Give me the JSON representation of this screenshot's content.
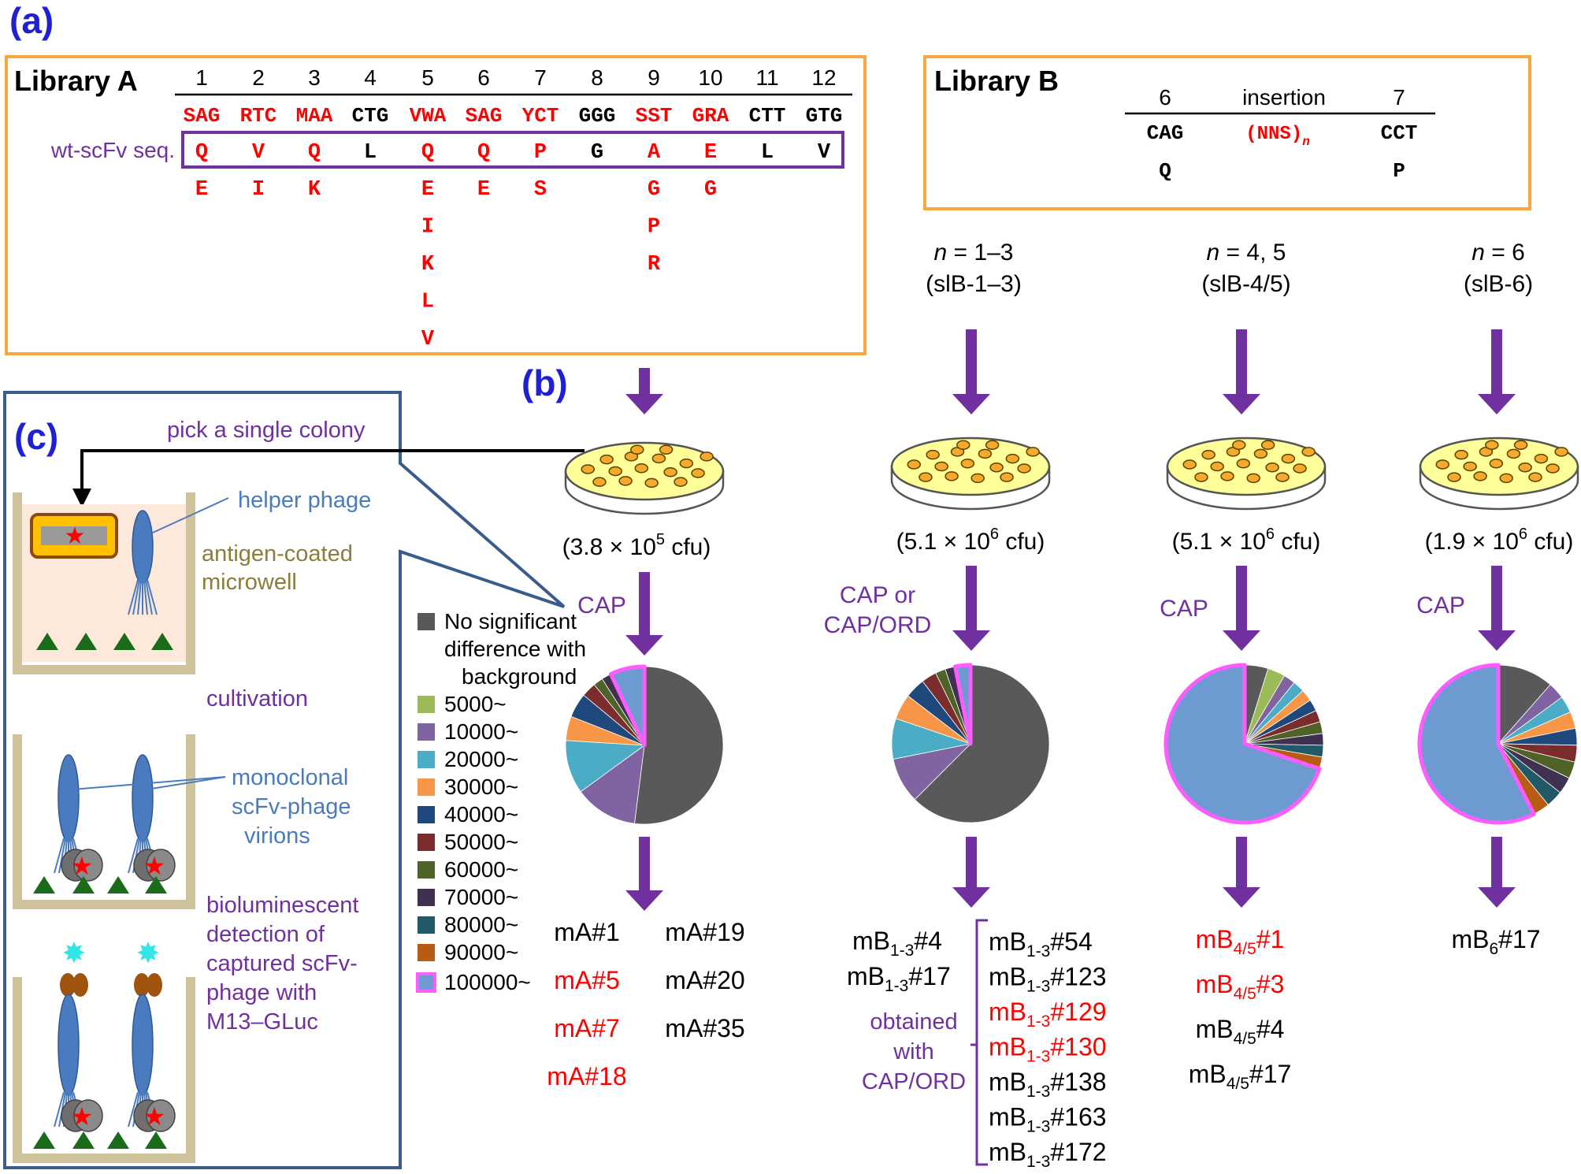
{
  "panel_labels": {
    "a": "(a)",
    "b": "(b)",
    "c": "(c)"
  },
  "library_a": {
    "title": "Library A",
    "positions": [
      "1",
      "2",
      "3",
      "4",
      "5",
      "6",
      "7",
      "8",
      "9",
      "10",
      "11",
      "12"
    ],
    "codons": [
      "SAG",
      "RTC",
      "MAA",
      "CTG",
      "VWA",
      "SAG",
      "YCT",
      "GGG",
      "SST",
      "GRA",
      "CTT",
      "GTG"
    ],
    "codon_mutated": [
      true,
      true,
      true,
      false,
      true,
      true,
      true,
      false,
      true,
      true,
      false,
      false
    ],
    "wt_label": "wt-scFv seq.",
    "wt_residues": [
      "Q",
      "V",
      "Q",
      "L",
      "Q",
      "Q",
      "P",
      "G",
      "A",
      "E",
      "L",
      "V"
    ],
    "variants": [
      [
        "E"
      ],
      [
        "I"
      ],
      [
        "K"
      ],
      [],
      [
        "E",
        "I",
        "K",
        "L",
        "V"
      ],
      [
        "E"
      ],
      [
        "S"
      ],
      [],
      [
        "G",
        "P",
        "R"
      ],
      [
        "G"
      ],
      [],
      []
    ]
  },
  "library_b": {
    "title": "Library B",
    "pos_left": "6",
    "insertion_label": "insertion",
    "pos_right": "7",
    "codon_left": "CAG",
    "insertion_codon": "(NNS)",
    "insertion_subscript": "n",
    "codon_right": "CCT",
    "residue_left": "Q",
    "residue_right": "P"
  },
  "sublibraries": [
    {
      "n_label": "n",
      "n_value": " = 1–3",
      "name": "(slB-1–3)"
    },
    {
      "n_label": "n",
      "n_value": " = 4, 5",
      "name": "(slB-4/5)"
    },
    {
      "n_label": "n",
      "n_value": " = 6",
      "name": "(slB-6)"
    }
  ],
  "cfu": [
    {
      "pre": "(3.8 × 10",
      "exp": "5",
      "post": " cfu)"
    },
    {
      "pre": "(5.1 × 10",
      "exp": "6",
      "post": " cfu)"
    },
    {
      "pre": "(5.1 × 10",
      "exp": "6",
      "post": " cfu)"
    },
    {
      "pre": "(1.9 × 10",
      "exp": "6",
      "post": " cfu)"
    }
  ],
  "selection": [
    "CAP",
    "CAP or",
    "CAP/ORD",
    "CAP",
    "CAP"
  ],
  "legend": {
    "entries": [
      {
        "label": "No significant",
        "color": "#595959"
      },
      {
        "label": "5000~",
        "color": "#9bbb59"
      },
      {
        "label": "10000~",
        "color": "#8064a2"
      },
      {
        "label": "20000~",
        "color": "#4bacc6"
      },
      {
        "label": "30000~",
        "color": "#f79646"
      },
      {
        "label": "40000~",
        "color": "#1f497d"
      },
      {
        "label": "50000~",
        "color": "#7b2c2c"
      },
      {
        "label": "60000~",
        "color": "#4f6228"
      },
      {
        "label": "70000~",
        "color": "#403151"
      },
      {
        "label": "80000~",
        "color": "#215967"
      },
      {
        "label": "90000~",
        "color": "#b85c14"
      },
      {
        "label": "100000~",
        "color": "#6d9bd1"
      }
    ],
    "no_sig_line2": "difference with",
    "no_sig_line3": "background",
    "highlight_color": "#ff5cff"
  },
  "chart_data": [
    {
      "type": "pie",
      "name": "Library A (CAP)",
      "labels": [
        "No significant",
        "10000~",
        "20000~",
        "30000~",
        "40000~",
        "50000~",
        "60000~",
        "70000~",
        "100000~"
      ],
      "values": [
        52,
        13,
        11,
        5,
        5,
        3,
        2,
        2,
        7
      ]
    },
    {
      "type": "pie",
      "name": "slB-1–3 (CAP or CAP/ORD)",
      "labels": [
        "No significant",
        "10000~",
        "20000~",
        "30000~",
        "40000~",
        "50000~",
        "60000~",
        "70000~",
        "100000~"
      ],
      "values": [
        60,
        9,
        8,
        5,
        4,
        3,
        2,
        2,
        3
      ]
    },
    {
      "type": "pie",
      "name": "slB-4/5 (CAP)",
      "labels": [
        "No significant",
        "5000~",
        "10000~",
        "20000~",
        "30000~",
        "40000~",
        "50000~",
        "60000~",
        "70000~",
        "80000~",
        "90000~",
        "100000~"
      ],
      "values": [
        4,
        3,
        2,
        2,
        2,
        2,
        2,
        2,
        2,
        2,
        2,
        58
      ]
    },
    {
      "type": "pie",
      "name": "slB-6 (CAP)",
      "labels": [
        "No significant",
        "10000~",
        "20000~",
        "30000~",
        "40000~",
        "50000~",
        "60000~",
        "70000~",
        "80000~",
        "90000~",
        "100000~"
      ],
      "values": [
        10,
        3,
        3,
        3,
        3,
        3,
        3,
        3,
        3,
        3,
        50
      ]
    }
  ],
  "clones_a": {
    "left": [
      {
        "t": "mA#1",
        "red": false
      },
      {
        "t": "mA#5",
        "red": true
      },
      {
        "t": "mA#7",
        "red": true
      },
      {
        "t": "mA#18",
        "red": true
      }
    ],
    "right": [
      {
        "t": "mA#19",
        "red": false
      },
      {
        "t": "mA#20",
        "red": false
      },
      {
        "t": "mA#35",
        "red": false
      }
    ]
  },
  "clones_b13": {
    "sub": "1-3",
    "left": [
      {
        "t": "#4",
        "red": false
      },
      {
        "t": "#17",
        "red": false
      }
    ],
    "bracket": [
      {
        "t": "#54",
        "red": false
      },
      {
        "t": "#123",
        "red": false
      },
      {
        "t": "#129",
        "red": true
      },
      {
        "t": "#130",
        "red": true
      },
      {
        "t": "#138",
        "red": false
      },
      {
        "t": "#163",
        "red": false
      },
      {
        "t": "#172",
        "red": false
      }
    ],
    "bracket_note": [
      "obtained",
      "with",
      "CAP/ORD"
    ]
  },
  "clones_b45": {
    "sub": "4/5",
    "items": [
      {
        "t": "#1",
        "red": true
      },
      {
        "t": "#3",
        "red": true
      },
      {
        "t": "#4",
        "red": false
      },
      {
        "t": "#17",
        "red": false
      }
    ]
  },
  "clones_b6": {
    "sub": "6",
    "items": [
      {
        "t": "#17",
        "red": false
      }
    ]
  },
  "panel_c": {
    "pick": "pick a single colony",
    "helper": "helper phage",
    "antigen": [
      "antigen-coated",
      "microwell"
    ],
    "cultivation": "cultivation",
    "monoclonal": [
      "monoclonal",
      "scFv-phage",
      "virions"
    ],
    "detection": [
      "bioluminescent",
      "detection of",
      "captured scFv-",
      "phage with",
      "M13–GLuc"
    ]
  },
  "colors": {
    "red": "#ff0000",
    "purple": "#7030a0",
    "arrow": "#7030a0",
    "blue_label": "#1f1fd6",
    "orange_box": "#f5a742",
    "panel_c_box": "#3a5c8c",
    "phage_blue": "#4a7bbf",
    "olive": "#8b7d3a",
    "wall": "#cfc39c"
  }
}
